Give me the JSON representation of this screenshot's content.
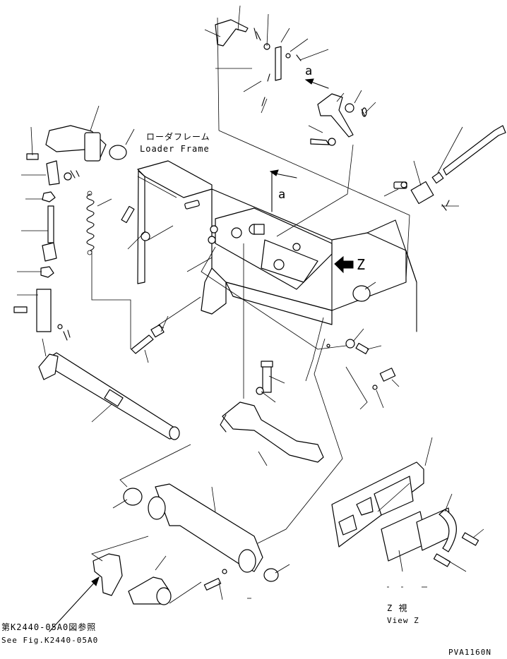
{
  "labels": {
    "loader_frame_jp": "ローダフレーム",
    "loader_frame_en": "Loader Frame",
    "view_marker_a_top": "a",
    "view_marker_a_mid": "a",
    "view_marker_z": "Z",
    "view_z_jp": "Z 視",
    "view_z_en": "View Z",
    "see_fig_jp": "第K2440-05A0図参照",
    "see_fig_en": "See Fig.K2440-05A0",
    "drawing_id": "PVA1160N"
  }
}
